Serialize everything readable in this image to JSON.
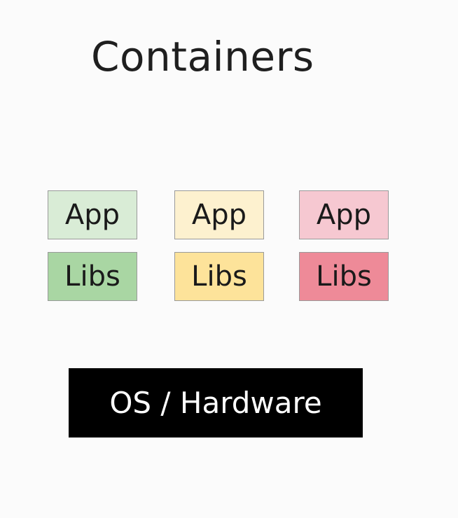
{
  "title": "Containers",
  "stacks": [
    {
      "app_label": "App",
      "libs_label": "Libs",
      "app_color": "#d9ecd6",
      "libs_color": "#a9d6a3"
    },
    {
      "app_label": "App",
      "libs_label": "Libs",
      "app_color": "#fdf1cf",
      "libs_color": "#fde39a"
    },
    {
      "app_label": "App",
      "libs_label": "Libs",
      "app_color": "#f6c8d1",
      "libs_color": "#ee8a98"
    }
  ],
  "os_hardware_label": "OS / Hardware",
  "colors": {
    "background": "#fbfbfb",
    "os_bar": "#000000",
    "os_text": "#ffffff",
    "title_text": "#1f1f1f"
  }
}
